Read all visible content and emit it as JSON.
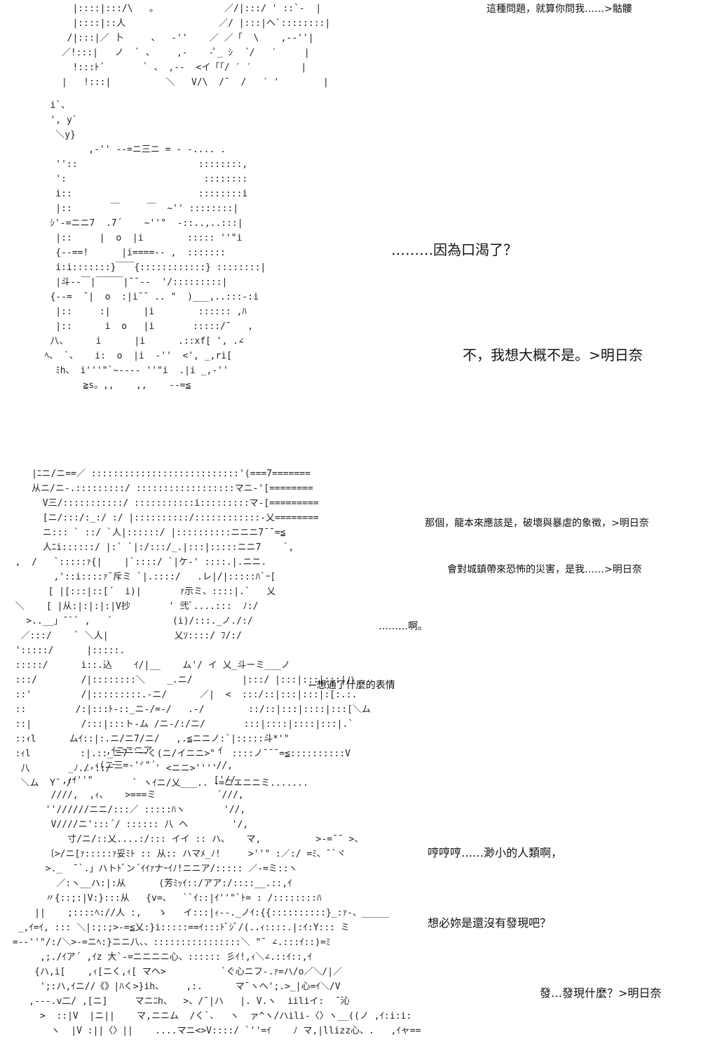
{
  "panel1": {
    "dialogue": "這種問題，就算你問我……>骷髏",
    "art": "   |::::|:::/\\   。            ／/|:::/ ' ::`-  |\n   |::::|::人                 ／/ |:::|ヘ`::::::::|\n  /|:::|／ 卜     、  -''    ／ ／「  \\    ,--''|\n ／!:::|   ノ  ` 、    ,-    -ﾟ_ ｼ  ´/   ′     |\n   !:::ﾄ´       ` 、 ,--  <イ「「/ ′ ′         |\n |   !:::|          ＼   V/\\  /¯  /   ′ '        |"
  },
  "panel2": {
    "dialogues": [
      "………因為口渴了？",
      "不，我想大概不是。>明日奈"
    ],
    "art": "   i`、\n   ', y`\n    ＼y}\n          ,-'' --=ニ三ニ = - -.... .\n    ''::                      ::::::::,\n    ':                         ::::::::\n    i::                       ::::::::i\n    |::       ￣     ￣  ~'' ::::::::|\n   ｼ'-=ニニ7  .7´    ~''\"  -::..,..:::|\n    |::     |  o  |i        ::::: ''\"i\n    {--==!      |i====-- ,  :::::::\n    i:i:::::::}￣￣{::::::::::::} ::::::::|\n    |斗--￣|￣￣￣|¯¯--  '/:::::::::|\n   {--=  ¯|  o  :|i¯¯ .. \"  )___,..:::-:i\n    |::     :|      |i        :::::: ,ﾊ\n    |::      i  o   |i       :::::/¯   ,\n   八、     i      |i      .::xf[ ', .∠\n  ﾍ、 `、   i:  o  |i  -''  <', _,ri[\n    ﾐh、 i'''\"`~---- ''\"i  .|i _,-''\n         ≧s。,,    ,,    --=≦"
  },
  "panel3": {
    "dialogues": [
      "那個，龍本來應該是，破壞與暴虐的象徵，>明日奈",
      "會對城鎮帶來恐怖的災害，是我……>明日奈",
      "………啊。"
    ],
    "annotation": "←想通了什麼的表情",
    "art": "     |ﾆニ/ニ==／ :::::::::::::::::::::::::::'(===7=======\n     从ニ/ニ-.:::::::::/ ::::::::::::::::::マニ-'[========\n       V三/:::::::::::/ :::::::::::i:::::::::マ-[=========\n       [ニ/:::/:_:/ :/ |::::::::::/::::::::::::-乂========\n       ニ::: ` ::/ `人|::::::/ |::::::::::ニニニ7¯¯=≦\n       人ﾆi::::::/ |:` `|:/:::/_.|:::|:::::ニニ7    `,\n  ,  /   `:::::ｧ{|    |`::::/ `|ケ-' ::::.|.ニニ.\n         ,'::i::::ｧ¯斥ミ `|.::::/   .レ|/|:::::ﾊ`ｰ[\n        [ |[:::|::[´  i)|       ｧ示ミ、::::|.`   乂\n  ＼    [ |从:|:|:|:|V抄       ' 弐ﾞ....:::  ﾉ:/\n    >..__」¯`` ,   ´           (i)/:::._ノ./:/\n   ／:::/    ` ＼人|            乂ｿ::::/ ﾌ/:/\n  ':::::/      |:::::.  \n  :::::/      i::.込    ｲ/|__    ム'/ イ 乂_斗ーミ___ノ\n  :::/        /|::::::::＼    _.ニ/         |:::/ |:::|:::|:::|ハ\n  ::'         /|:::::::::.-ニ/      ／|  <  :::/::|:::|:::|:[:.:.\n  ::         /:|:::ﾄ-::_ニ-/=-/   .-/        ::/::|:::|::::|:::[＼ム\n  ::|         /:::|:::ト-ム /ニ-/:/ニ/       :::|::::|::::|:::|.`\n  ::ｨl      ムｲ::|:.ニ/ニ7/ニ/   ,.≦ニニノ:`|:::::斗*'\"\n  :ｨl         :|.::_ニ7¯`ーく(ニ/イニニ>\"   ::::ノ¯¯¯=≦::::::::::V\n   八       _ﾉ./ ::/¯    `  ' <ニニ>''''\n   ＼ム  Y¯ /¯          ` ヽｲニ/乂___.. -=ニニニニミ......."
  },
  "panel4": {
    "dialogues": [
      "哼哼哼……渺小的人類啊，",
      "想必妳是還沒有發現吧？",
      "發…發現什麼？>明日奈"
    ],
    "art": "                  ,ｲニニニア            ｲ\n              _,ｨ(ニ三=-''\"´           //,\n          ,ｨｲ''\"                      ['//,\n        ////,  ,ｨ、   >===ミ           ´///,\n       ''//////ニニ/:::／ :::::ﾊヽ       '//,\n        V////ニ':::´/ :::::: 八 ヘ        '/,\n           寸/ニ/::乂....:/::: イイ :: ハ、   マ,          >-=¯¯ >、\n       〔>/ニ[ｧ:::::ｧ妥ﾐﾄ :: 从:: ハマﾒ_ﾉ!     >''\" :／:/ =ﾐ、¯`ヾ\n       >._  ¯`.」ハトﾄﾞン´ｲｲｧナｰｲﾉ!ニニア/::::: ／-=ミ::ヽ\n         ／:ヽ__ハ:|:从      (芳ﾐｯｲ::/アア:/::::__.::,ｲ\n       〃{::;:|V:}:::从   {v=、  ``ｲ::|ｲ''\"`ﾄ= : /::::::::ﾊ\n     ||    ;::::ﾍ://人 :,   ゝ   イ:::|ｨ--._ノｲ:{{::::::::::}_:ｧ-、_____\n  _,ｲ=ｲ, ::: ＼|:;:;>-=≦乂:}i:::::==ｲ:::ﾄﾞｼﾞ/(..ｨ::::.|:ｲ:Y::: ミ\n =--''\"/:/＼>-=ニﾍ:}ニニ八、、::::::::::::::::＼ \"¯ ∠.:::ｲ::)=ﾐ\n      ,;./ｲア´ ,ｲz 大`-=ニニニニ心、:::::: 彡ｲ!,ｨ＼∠.::ｲ::,ｲ\n     {ハ,i[    ,ｨ[ニく,ｨ[ マヘ>          `ぐ心ニフ-.ｧ=ハ/o／＼/|／\n      ';:ハ,ｲニ//《》|ﾊく>}ih、    ,:.      マ¯ヽヘ';.>_|心=ｲ＼/V\n    ,---.v二/ ,[ニ]     マニﾆh、  >、/¯|ハ   |. V.ヽ  iiliイ:  ¯沁\n      >  ::|V  |ニ||    マ,ニニム  /く`、  ヽ  ァ^ヽ/ハili-〈〉ヽ__((ノ ,ｲ:i:i:\n        ヽ  |V :||〈〉||    ....マニ<>V::::/ `''=ｲ    ﾉ マ,|llizz心、.   ,ｲャ=="
  }
}
